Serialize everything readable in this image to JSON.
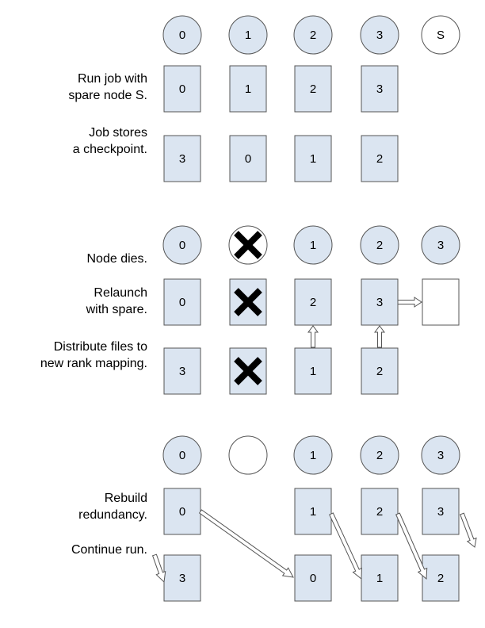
{
  "colors": {
    "fill": "#dbe5f1",
    "stroke": "#555555",
    "empty_fill": "#ffffff",
    "x_mark": "#000000"
  },
  "icons": {
    "failed": "x-mark-icon",
    "arrow": "hollow-arrow-icon"
  },
  "sections": [
    {
      "node_row": [
        "0",
        "1",
        "2",
        "3",
        "S"
      ],
      "box_rows": [
        {
          "label_lines": [
            "Run job with",
            "spare node S."
          ],
          "cells": [
            "0",
            "1",
            "2",
            "3",
            null
          ]
        },
        {
          "label_lines": [
            "Job stores",
            "a checkpoint."
          ],
          "cells": [
            "3",
            "0",
            "1",
            "2",
            null
          ]
        }
      ]
    },
    {
      "node_row": [
        "0",
        "X",
        "1",
        "2",
        "3"
      ],
      "node_row_label_lines": [
        "Node dies."
      ],
      "box_rows": [
        {
          "label_lines": [
            "Relaunch",
            "with spare."
          ],
          "cells": [
            "0",
            "X",
            "2",
            "3",
            ""
          ]
        },
        {
          "label_lines": [
            "Distribute files to",
            "new rank mapping."
          ],
          "cells": [
            "3",
            "X",
            "1",
            "2",
            null
          ]
        }
      ]
    },
    {
      "node_row": [
        "0",
        "",
        "1",
        "2",
        "3"
      ],
      "box_rows": [
        {
          "label_lines": [
            "Rebuild",
            "redundancy."
          ],
          "cells": [
            "0",
            null,
            "1",
            "2",
            "3"
          ]
        },
        {
          "label_lines": [
            "Continue run."
          ],
          "cells": [
            "3",
            null,
            "0",
            "1",
            "2"
          ]
        }
      ]
    }
  ]
}
